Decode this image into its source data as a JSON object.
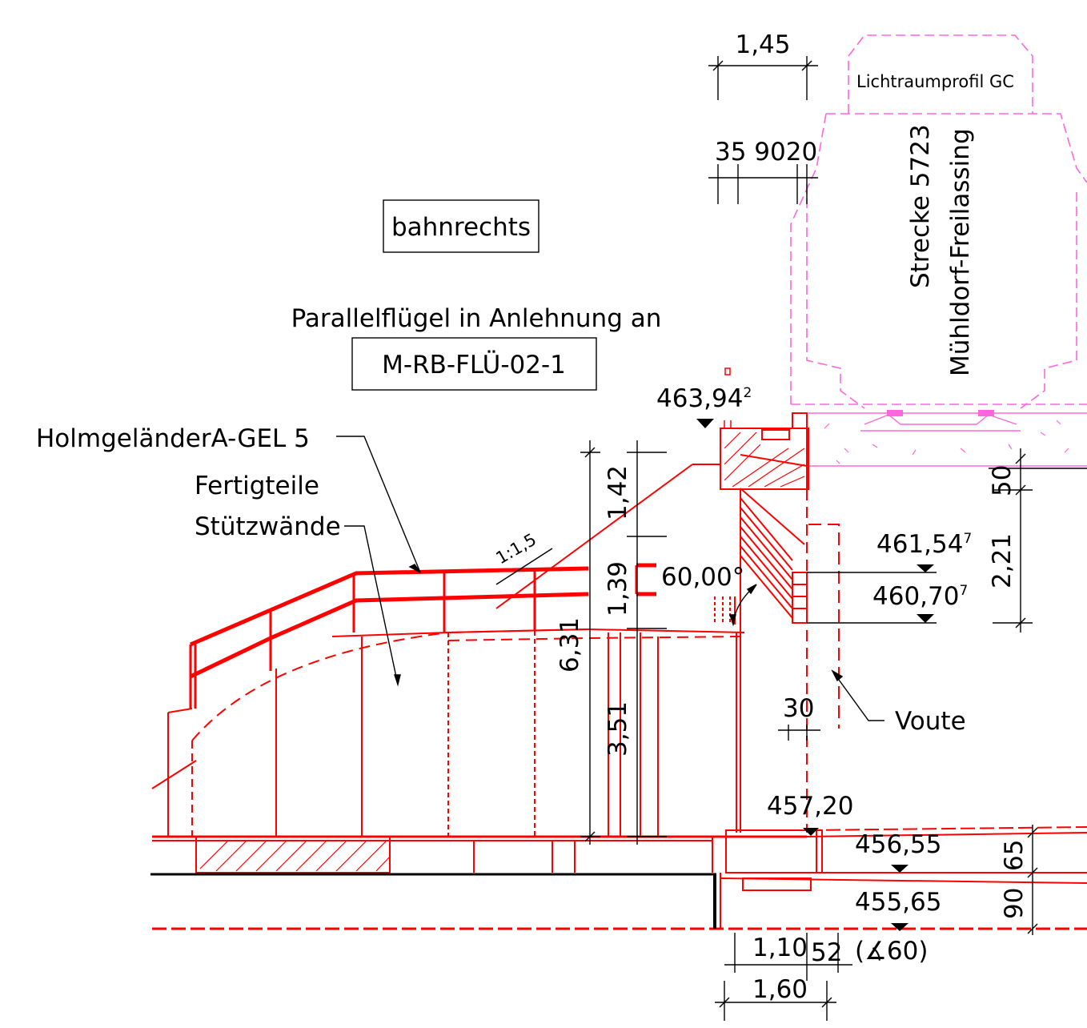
{
  "labels": {
    "side": "bahnrechts",
    "reference_line": "Parallelflügel in Anlehnung an",
    "reference_code": "M-RB-FLÜ-02-1",
    "railing": "HolmgeländerA-GEL 5",
    "precast_1": "Fertigteile",
    "precast_2": "Stützwände",
    "clearance_profile": "Lichtraumprofil GC",
    "line_1": "Strecke 5723",
    "line_2": "Mühldorf-Freilassing",
    "haunch": "Voute",
    "slope": "1:1,5",
    "angle": "60,00°",
    "skew": "(∡60)"
  },
  "dimensions": {
    "top_width": "1,45",
    "top_parts": "35 9020",
    "h_142": "1,42",
    "h_139": "1,39",
    "h_631": "6,31",
    "h_351": "3,51",
    "d_50": "50",
    "d_221": "2,21",
    "d_30": "30",
    "d_65": "65",
    "d_90": "90",
    "w_110": "1,10",
    "w_52": "52",
    "w_160": "1,60"
  },
  "elevations": {
    "rail_top_main": "463,94",
    "rail_top_sup": "2",
    "e1_main": "461,54",
    "e1_sup": "7",
    "e2_main": "460,70",
    "e2_sup": "7",
    "e3": "457,20",
    "e4": "456,55",
    "e5": "455,65"
  },
  "colors": {
    "structure": "#ff0000",
    "clearance": "#ff66dd",
    "ground": "#000000",
    "annotation": "#000000"
  }
}
